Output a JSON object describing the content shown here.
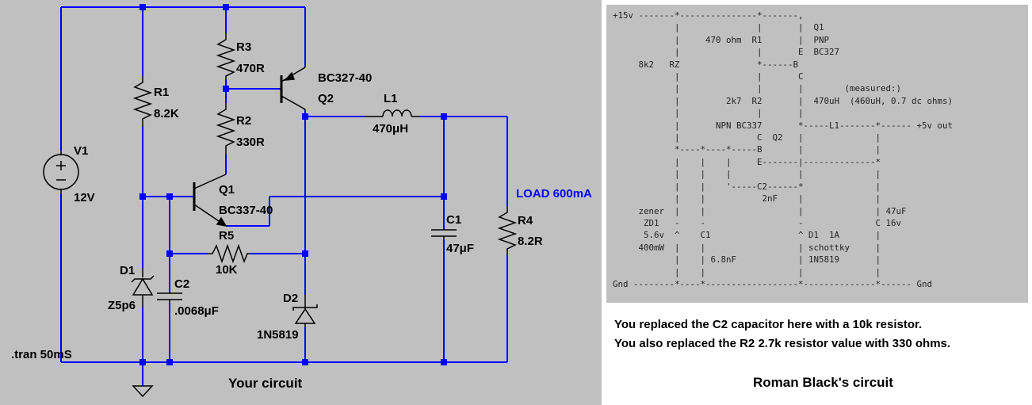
{
  "left": {
    "caption": "Your circuit",
    "labels": {
      "r3_name": "R3",
      "r3_value": "470R",
      "r1_name": "R1",
      "r1_value": "8.2K",
      "r2_name": "R2",
      "r2_value": "330R",
      "q2_part": "BC327-40",
      "q2_name": "Q2",
      "l1_name": "L1",
      "l1_value": "470μH",
      "v1_name": "V1",
      "v1_value": "12V",
      "q1_name": "Q1",
      "q1_part": "BC337-40",
      "load_label": "LOAD 600mA",
      "c1_name": "C1",
      "c1_value": "47μF",
      "r4_name": "R4",
      "r4_value": "8.2R",
      "r5_name": "R5",
      "r5_value": "10K",
      "d1_name": "D1",
      "d1_value": "Z5p6",
      "c2_name": "C2",
      "c2_value": ".0068μF",
      "d2_name": "D2",
      "d2_value": "1N5819",
      "tran": ".tran 50mS"
    },
    "colors": {
      "wire": "#0000ff",
      "component": "#000000",
      "background": "#c0c0c0",
      "load_label": "#0000ff"
    }
  },
  "right": {
    "ascii_lines": [
      "+15v -------*---------------*-------,",
      "            |               |       |  Q1",
      "            |     470 ohm  R1       |  PNP",
      "            |               |       E  BC327",
      "     8k2   RZ               *------B",
      "            |               |       C",
      "            |               |       |        (measured:)",
      "            |         2k7  R2       |  470uH  (460uH, 0.7 dc ohms)",
      "            |               |       |",
      "            |       NPN BC337       *-----L1-------*------ +5v out",
      "            |               C  Q2   |              |",
      "            *----*----*-----B       |              |",
      "            |    |    |     E-------|--------------*",
      "            |    |    |             |              |",
      "            |    |    '-----C2------*              |",
      "            |    |           2nF    |              |",
      "     zener  |    |                  |              | 47uF",
      "      ZD1   -    -                  -              C 16v",
      "      5.6v  ^    C1                 ^ D1  1A       |",
      "     400mW  |    |                  | schottky     |",
      "            |    | 6.8nF            | 1N5819       |",
      "            |    |                  |              |",
      "Gnd --------*----*------------------*--------------*------ Gnd"
    ],
    "note_line1": "You replaced the C2 capacitor here with a 10k resistor.",
    "note_line2": "You also replaced the R2 2.7k resistor value with 330 ohms.",
    "caption": "Roman Black's circuit"
  }
}
